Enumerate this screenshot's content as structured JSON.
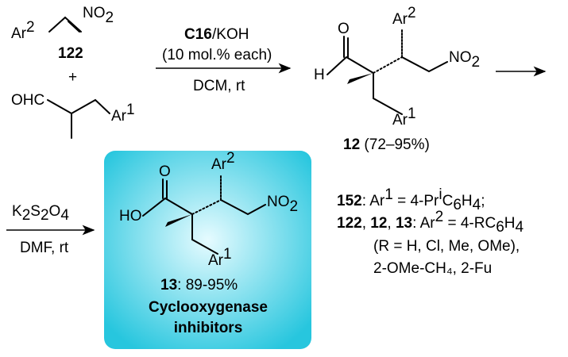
{
  "reactant_nitroalkene": {
    "ar": "Ar",
    "ar_sup": "2",
    "no2_main": "NO",
    "no2_sub": "2",
    "label": "122"
  },
  "plus": "+",
  "reactant_aldehyde": {
    "cho": "OHC",
    "ar": "Ar",
    "ar_sup": "1"
  },
  "step1": {
    "catalyst": "C16",
    "catalyst_rest": "/KOH",
    "loading": "(10 mol.% each)",
    "conditions": "DCM, rt"
  },
  "product12": {
    "o": "O",
    "h": "H",
    "ar2": "Ar",
    "ar2_sup": "2",
    "no2_main": "NO",
    "no2_sub": "2",
    "ar1": "Ar",
    "ar1_sup": "1",
    "label": "12",
    "yield": " (72–95%)"
  },
  "step2": {
    "reagent": {
      "k": "K",
      "k_sub": "2",
      "s": "S",
      "s_sub": "2",
      "o": "O",
      "o_sub": "4"
    },
    "conditions": "DMF, rt"
  },
  "product13": {
    "o": "O",
    "ho": "HO",
    "ar2": "Ar",
    "ar2_sup": "2",
    "no2_main": "NO",
    "no2_sub": "2",
    "ar1": "Ar",
    "ar1_sup": "1",
    "label": "13",
    "yield": ": 89-95%",
    "title_line1": "Cyclooxygenase",
    "title_line2": "inhibitors"
  },
  "notes": {
    "line1": {
      "bold": "152",
      "a": ": Ar",
      "sup1": "1",
      "b": " = 4-Pr",
      "sup2": "i",
      "c": "C",
      "sub1": "6",
      "d": "H",
      "sub2": "4",
      "e": ";"
    },
    "line2": {
      "b1": "122",
      "s1": ", ",
      "b2": "12",
      "s2": ", ",
      "b3": "13",
      "a": ": Ar",
      "sup1": "2",
      "b": " = 4-RC",
      "sub1": "6",
      "c": "H",
      "sub2": "4"
    },
    "line3": "(R = H, Cl, Me, OMe),",
    "line4": "2-OMe-CH₄, 2-Fu"
  },
  "colors": {
    "catalyst": "#1f3fcf",
    "box_center": "#e6fbff",
    "box_edge": "#27c6de"
  }
}
